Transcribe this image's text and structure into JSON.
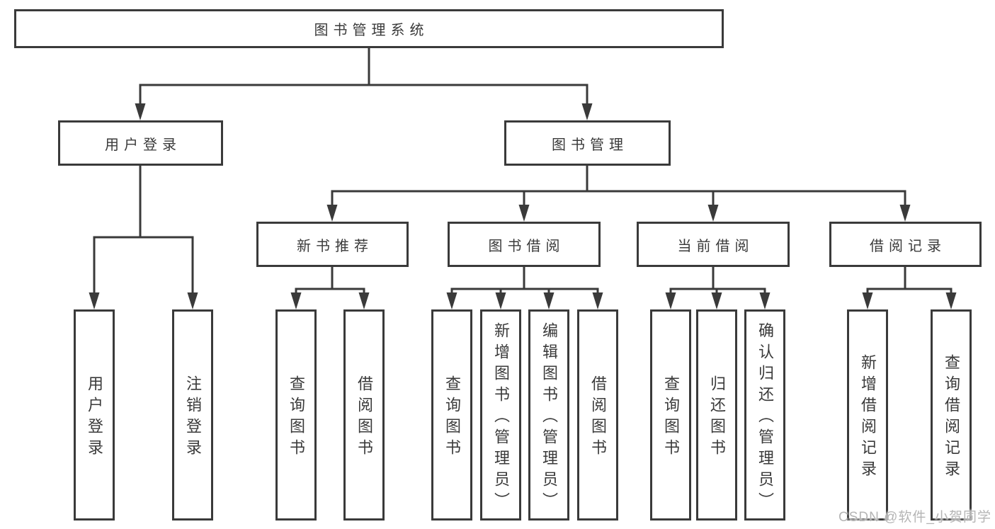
{
  "diagram": {
    "root": {
      "label": "图书管理系统"
    },
    "level2": [
      {
        "label": "用户登录"
      },
      {
        "label": "图书管理"
      }
    ],
    "level3": [
      {
        "label": "新书推荐"
      },
      {
        "label": "图书借阅"
      },
      {
        "label": "当前借阅"
      },
      {
        "label": "借阅记录"
      }
    ],
    "leaves": {
      "login": [
        {
          "label": "用户登录"
        },
        {
          "label": "注销登录"
        }
      ],
      "recommend": [
        {
          "label": "查询图书"
        },
        {
          "label": "借阅图书"
        }
      ],
      "borrow": [
        {
          "label": "查询图书"
        },
        {
          "label": "新增图书（管理员）"
        },
        {
          "label": "编辑图书（管理员）"
        },
        {
          "label": "借阅图书"
        }
      ],
      "current": [
        {
          "label": "查询图书"
        },
        {
          "label": "归还图书"
        },
        {
          "label": "确认归还（管理员）"
        }
      ],
      "records": [
        {
          "label": "新增借阅记录"
        },
        {
          "label": "查询借阅记录"
        }
      ]
    }
  },
  "watermark": {
    "text": "CSDN @软件_小贺同学"
  },
  "colors": {
    "line": "#3a3a3a",
    "text": "#3a3a3a",
    "box_fill": "#ffffff",
    "watermark": "#b5b5b5",
    "background": "#ffffff"
  }
}
